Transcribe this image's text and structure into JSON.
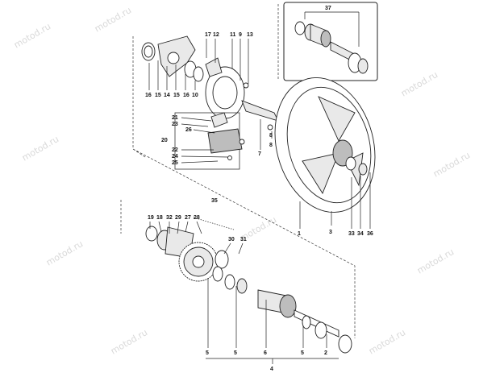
{
  "watermark": "motod.ru",
  "callouts": {
    "n1": "1",
    "n2": "2",
    "n3": "3",
    "n4": "4",
    "n5": "5",
    "n5b": "5",
    "n5c": "5",
    "n6": "6",
    "n7": "7",
    "n8": "8",
    "n8b": "8",
    "n9": "9",
    "n10": "10",
    "n11": "11",
    "n12": "12",
    "n13": "13",
    "n14": "14",
    "n15": "15",
    "n15b": "15",
    "n16": "16",
    "n16b": "16",
    "n17": "17",
    "n18": "18",
    "n19": "19",
    "n20": "20",
    "n21": "21",
    "n22": "22",
    "n23": "23",
    "n24": "24",
    "n25": "25",
    "n26": "26",
    "n27": "27",
    "n28": "28",
    "n29": "29",
    "n30": "30",
    "n31": "31",
    "n32": "32",
    "n33": "33",
    "n34": "34",
    "n35": "35",
    "n36": "36",
    "n37": "37"
  }
}
